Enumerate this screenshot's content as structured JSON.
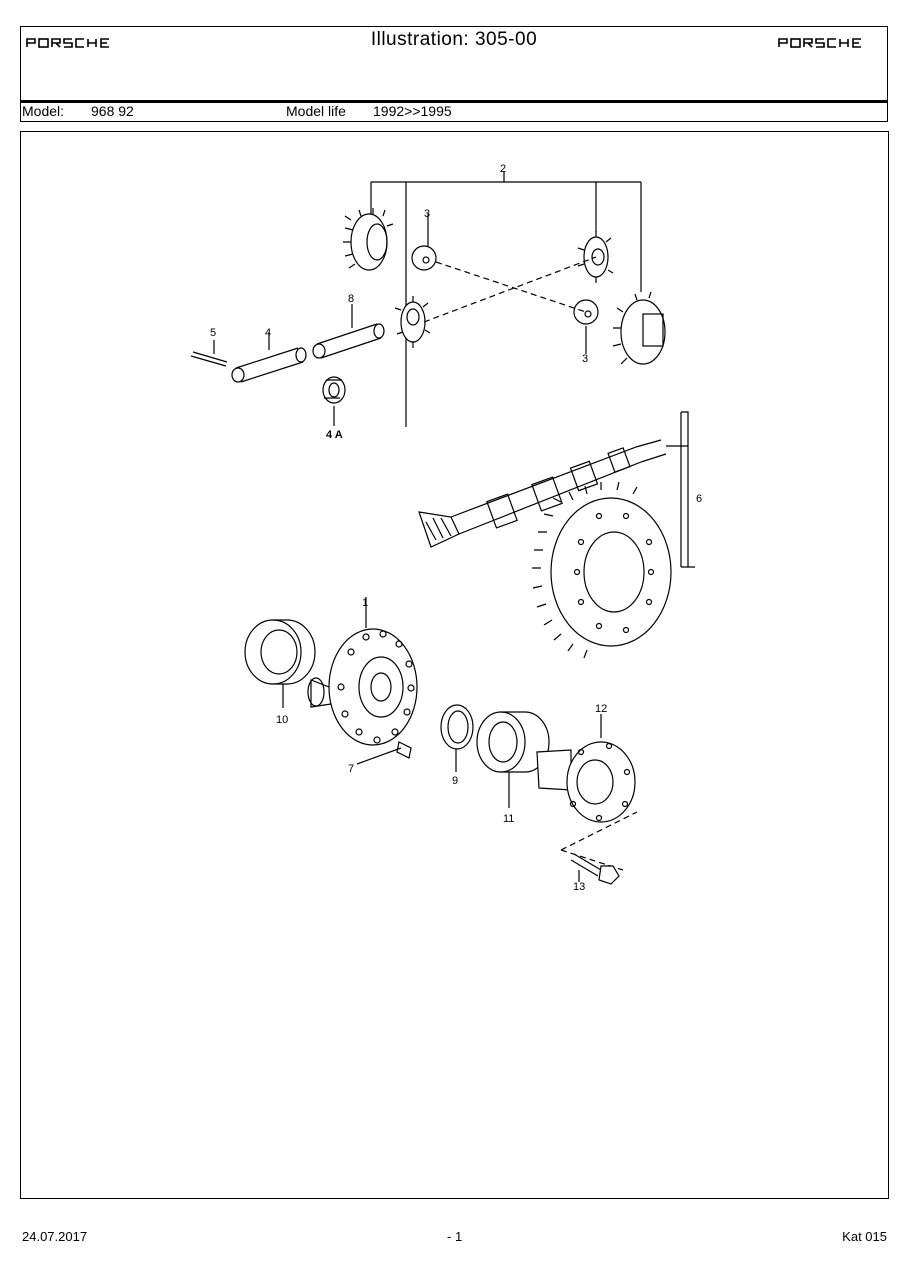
{
  "header": {
    "brand_left": "PORSCHE",
    "brand_right": "PORSCHE",
    "title": "Illustration: 305-00",
    "model_label": "Model:",
    "model_value": "968 92",
    "model_life_label": "Model life",
    "model_life_value": "1992>>1995"
  },
  "callouts": {
    "c1": "1",
    "c2": "2",
    "c3a": "3",
    "c3b": "3",
    "c4": "4",
    "c4a": "4 A",
    "c5": "5",
    "c6": "6",
    "c7": "7",
    "c8": "8",
    "c9": "9",
    "c10": "10",
    "c11": "11",
    "c12": "12",
    "c13": "13"
  },
  "footer": {
    "date": "24.07.2017",
    "page": "- 1",
    "catalog": "Kat 015"
  }
}
